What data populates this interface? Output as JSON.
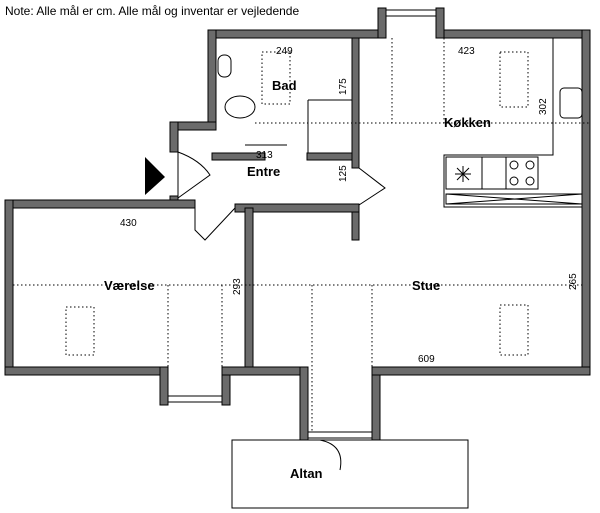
{
  "note": "Note: Alle mål er cm. Alle mål og inventar er vejledende",
  "rooms": {
    "bad": "Bad",
    "kokken": "Køkken",
    "entre": "Entre",
    "vaerelse": "Værelse",
    "stue": "Stue",
    "altan": "Altan"
  },
  "dimensions": {
    "bad_width": "249",
    "kokken_width": "423",
    "bad_depth": "175",
    "kokken_depth": "302",
    "entre_width": "313",
    "entre_depth": "125",
    "vaerelse_width": "430",
    "vaerelse_depth": "293",
    "stue_width": "609",
    "stue_depth": "265"
  },
  "icons": [
    "entrance-arrow-icon",
    "sink-icon",
    "toilet-icon",
    "kitchen-sink-icon",
    "stove-icon",
    "fan-icon"
  ]
}
